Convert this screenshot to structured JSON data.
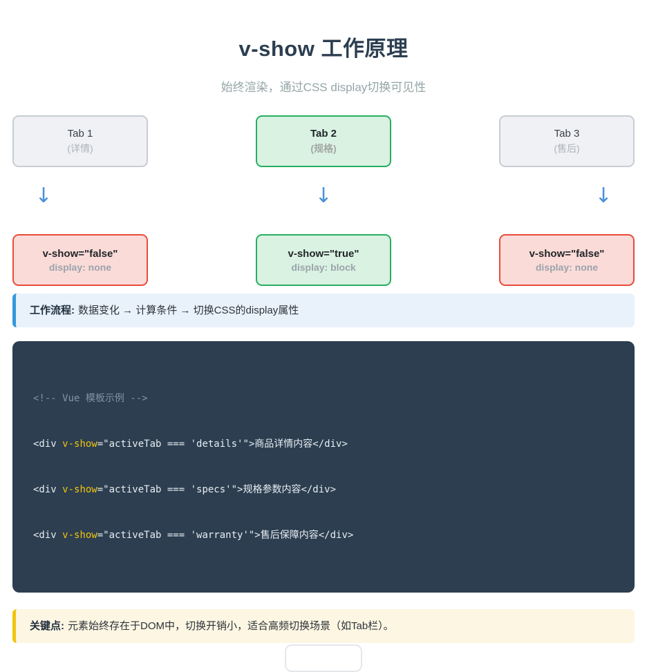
{
  "page": {
    "title": "v-show 工作原理",
    "subtitle": "始终渲染，通过CSS display切换可见性"
  },
  "tabs": [
    {
      "label": "Tab 1",
      "sublabel": "(详情)",
      "active": false
    },
    {
      "label": "Tab 2",
      "sublabel": "(规格)",
      "active": true
    },
    {
      "label": "Tab 3",
      "sublabel": "(售后)",
      "active": false
    }
  ],
  "arrows": {
    "glyph": "↓"
  },
  "states": [
    {
      "directive": "v-show=\"false\"",
      "css": "display: none"
    },
    {
      "directive": "v-show=\"true\"",
      "css": "display: block"
    },
    {
      "directive": "v-show=\"false\"",
      "css": "display: none"
    }
  ],
  "workflow": {
    "label": "工作流程:",
    "text": "数据变化 → 计算条件 → 切换CSS的display属性"
  },
  "code": {
    "comment": "<!-- Vue 模板示例 -->",
    "lines": [
      {
        "before": "<div ",
        "keyword": "v-show",
        "after": "=\"activeTab === 'details'\">商品详情内容</div>"
      },
      {
        "before": "<div ",
        "keyword": "v-show",
        "after": "=\"activeTab === 'specs'\">规格参数内容</div>"
      },
      {
        "before": "<div ",
        "keyword": "v-show",
        "after": "=\"activeTab === 'warranty'\">售后保障内容</div>"
      }
    ]
  },
  "keypoint": {
    "label": "关键点:",
    "text": "元素始终存在于DOM中，切换开销小，适合高频切换场景（如Tab栏）。"
  },
  "colors": {
    "title_text": "#2c3e50",
    "accent_green": "#27ae60",
    "accent_red": "#e74c3c",
    "accent_blue": "#3498db",
    "accent_yellow": "#f1c40f",
    "arrow_blue": "#4a90d9",
    "code_background": "#2c3e50",
    "code_keyword": "#f1c40f"
  }
}
